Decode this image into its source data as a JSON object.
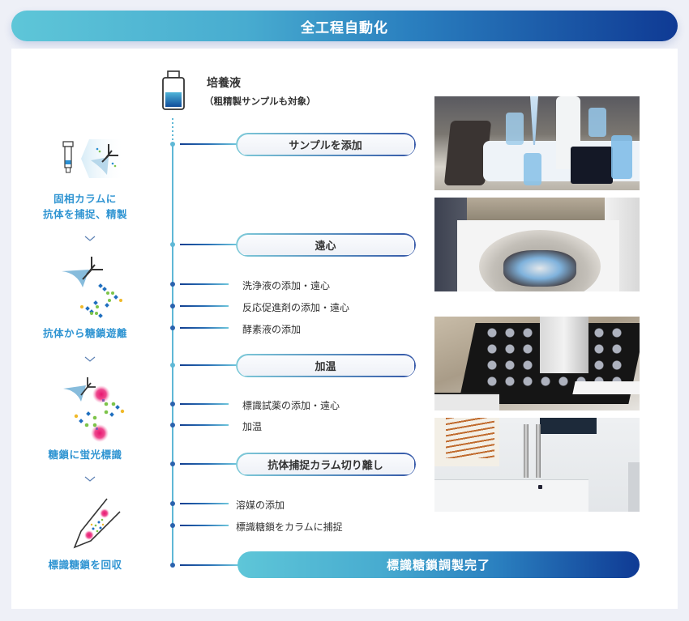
{
  "header": {
    "title": "全工程自動化"
  },
  "source": {
    "title": "培養液",
    "subtitle": "（粗精製サンプルも対象）"
  },
  "left_steps": [
    {
      "caption_line1": "固相カラムに",
      "caption_line2": "抗体を捕捉、精製",
      "icon": "column-antibody-capture-icon"
    },
    {
      "caption_line1": "抗体から糖鎖遊離",
      "icon": "glycan-release-icon"
    },
    {
      "caption_line1": "糖鎖に蛍光標識",
      "icon": "fluorescent-label-icon"
    },
    {
      "caption_line1": "標識糖鎖を回収",
      "icon": "tube-collection-icon"
    }
  ],
  "timeline": {
    "major_steps": [
      {
        "label": "サンプルを添加"
      },
      {
        "label": "遠心"
      },
      {
        "label": "加温"
      },
      {
        "label": "抗体捕捉カラム切り離し"
      }
    ],
    "sub_steps": [
      {
        "label": "洗浄液の添加・遠心"
      },
      {
        "label": "反応促進剤の添加・遠心"
      },
      {
        "label": "酵素液の添加"
      },
      {
        "label": "標識試薬の添加・遠心"
      },
      {
        "label": "加温"
      },
      {
        "label": "溶媒の添加"
      },
      {
        "label": "標識糖鎖をカラムに捕捉"
      }
    ],
    "final_step": {
      "label": "標識糖鎖調製完了"
    }
  },
  "photos": [
    {
      "name": "sample-addition-photo"
    },
    {
      "name": "centrifuge-photo"
    },
    {
      "name": "heating-block-photo"
    },
    {
      "name": "column-detach-photo"
    }
  ],
  "colors": {
    "gradient_start": "#5ec6d8",
    "gradient_end": "#0f3a94",
    "caption_blue": "#2f94d2",
    "timeline": "#5fb8d6"
  }
}
